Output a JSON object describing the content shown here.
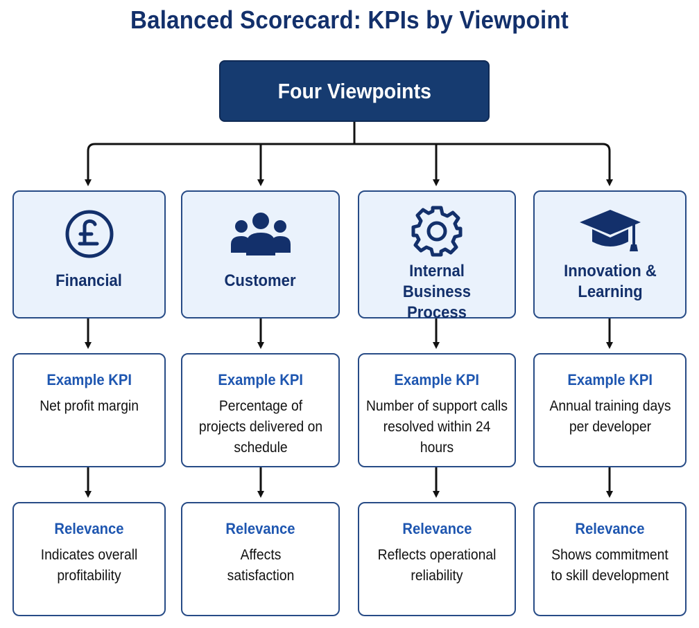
{
  "title": "Balanced Scorecard: KPIs by Viewpoint",
  "root": "Four Viewpoints",
  "colors": {
    "navy": "#163b70",
    "accent": "#1e56b0",
    "panel": "#eaf2fc"
  },
  "viewpoints": [
    {
      "name": "Financial",
      "icon": "pound-sign-icon",
      "kpi_header": "Example KPI",
      "kpi": "Net profit margin",
      "relevance_header": "Relevance",
      "relevance": "Indicates overall profitability"
    },
    {
      "name": "Customer",
      "icon": "people-group-icon",
      "kpi_header": "Example KPI",
      "kpi": "Percentage of projects delivered on schedule",
      "relevance_header": "Relevance",
      "relevance": "Affects satisfaction"
    },
    {
      "name": "Internal Business Process",
      "icon": "gear-icon",
      "kpi_header": "Example KPI",
      "kpi": "Number of support calls resolved within 24 hours",
      "relevance_header": "Relevance",
      "relevance": "Reflects operational reliability"
    },
    {
      "name": "Innovation & Learning",
      "icon": "graduation-cap-icon",
      "kpi_header": "Example KPI",
      "kpi": "Annual training days per developer",
      "relevance_header": "Relevance",
      "relevance": "Shows commitment to skill development"
    }
  ]
}
